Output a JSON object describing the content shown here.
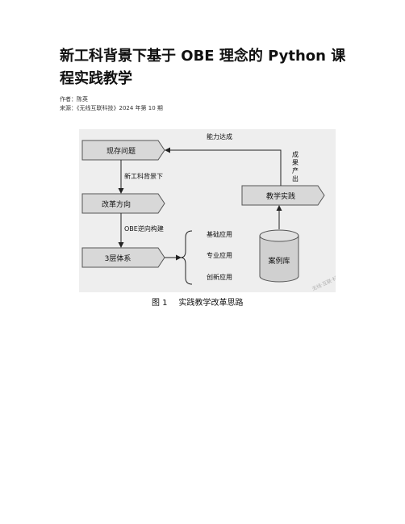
{
  "document": {
    "title": "新工科背景下基于 OBE 理念的 Python 课程实践教学",
    "author_line": "作者：陈英",
    "source_line": "来源：《无线互联科技》2024 年第 10 期"
  },
  "figure": {
    "boxes": {
      "current_problem": "现存问题",
      "reform_direction": "改革方向",
      "three_layer_system": "3层体系",
      "teaching_practice": "教学实践"
    },
    "edge_labels": {
      "new_engineering": "新工科背景下",
      "obe_reverse": "OBE逆向构建",
      "ability_achieved": "能力达成",
      "outcome_output": [
        "成",
        "果",
        "产",
        "出"
      ]
    },
    "applications": [
      "基础应用",
      "专业应用",
      "创新应用"
    ],
    "case_library": "案例库",
    "watermark": "无线·互联·科技",
    "caption_number": "图 1",
    "caption_text": "实践教学改革思路"
  }
}
